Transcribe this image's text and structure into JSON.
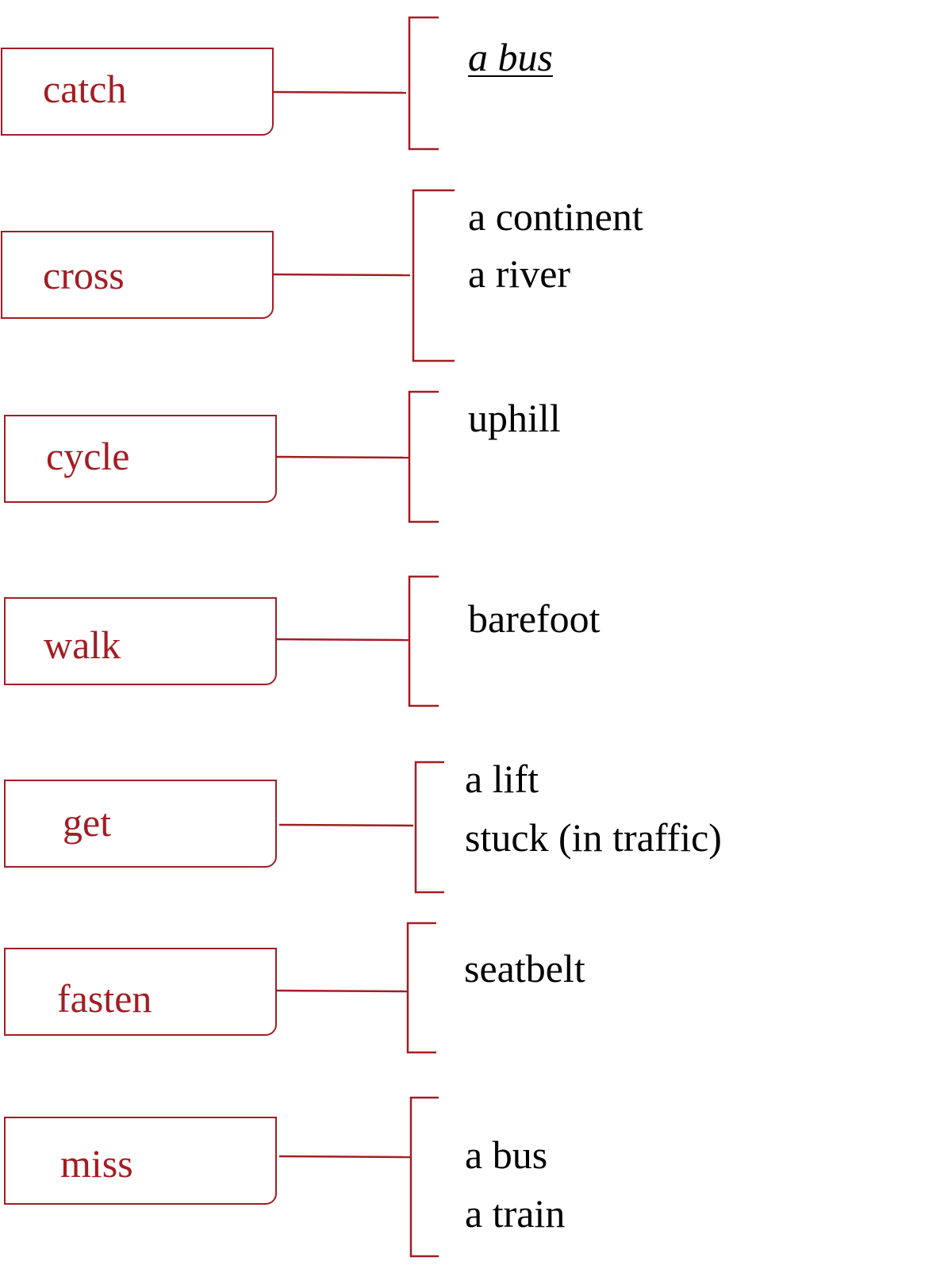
{
  "colors": {
    "accent": "#a31d24",
    "text": "#000000"
  },
  "groups": [
    {
      "verb": "catch",
      "collocates": [
        "a bus"
      ],
      "example": true
    },
    {
      "verb": "cross",
      "collocates": [
        "a continent",
        "a river"
      ]
    },
    {
      "verb": "cycle",
      "collocates": [
        "uphill"
      ]
    },
    {
      "verb": "walk",
      "collocates": [
        "barefoot"
      ]
    },
    {
      "verb": "get",
      "collocates": [
        "a lift",
        "stuck (in traffic)"
      ]
    },
    {
      "verb": "fasten",
      "collocates": [
        "seatbelt"
      ]
    },
    {
      "verb": "miss",
      "collocates": [
        "a bus",
        "a train"
      ]
    }
  ]
}
